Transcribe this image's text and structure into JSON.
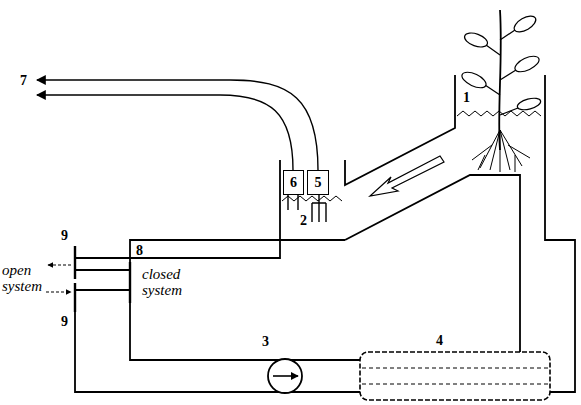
{
  "diagram": {
    "nodes": [
      {
        "text": [
          "6"
        ]
      },
      {
        "text": [
          "5"
        ]
      }
    ],
    "labels": [
      "7",
      "1",
      "2",
      "9",
      "open system",
      "8",
      "closed system",
      "9",
      "3",
      "4"
    ]
  }
}
